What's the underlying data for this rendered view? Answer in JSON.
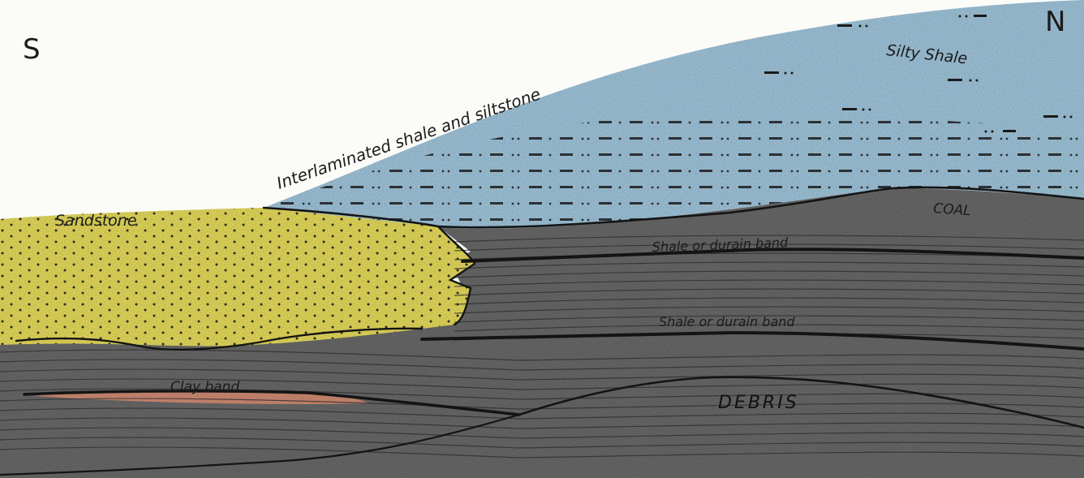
{
  "compass": {
    "south": "S",
    "north": "N"
  },
  "labels": {
    "silty_shale": "Silty Shale",
    "interlaminated": "Interlaminated shale and siltstone",
    "sandstone": "Sandstone",
    "coal": "COAL",
    "shale_band_upper": "Shale or durain band",
    "shale_band_lower": "Shale or durain band",
    "clay_band": "Clay band",
    "debris": "DEBRIS"
  },
  "colors": {
    "sky_blue": "#a9cfe6",
    "sandstone_yellow": "#f1e562",
    "coal_gray": "#6f6f6f",
    "clay_orange": "#d9937a",
    "line": "#141414"
  }
}
